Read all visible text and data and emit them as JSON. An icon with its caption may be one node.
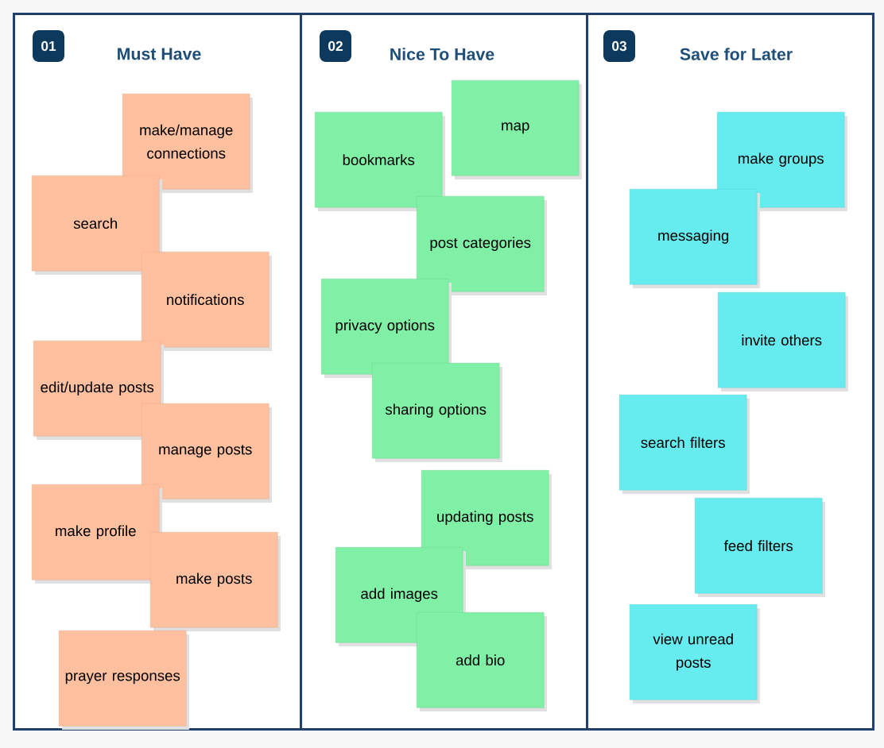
{
  "diagram": {
    "nodes": [
      {
        "text": [
          "Must Have"
        ]
      },
      {
        "text": [
          "01"
        ],
        "in": 0
      },
      {
        "text": [
          "make/manage connections"
        ],
        "in": 0
      },
      {
        "text": [
          "search"
        ],
        "in": 0
      },
      {
        "text": [
          "notifications"
        ],
        "in": 0
      },
      {
        "text": [
          "edit/update posts"
        ],
        "in": 0
      },
      {
        "text": [
          "manage posts"
        ],
        "in": 0
      },
      {
        "text": [
          "make profile"
        ],
        "in": 0
      },
      {
        "text": [
          "make posts"
        ],
        "in": 0
      },
      {
        "text": [
          "prayer responses"
        ],
        "in": 0
      },
      {
        "text": [
          "Nice To Have"
        ]
      },
      {
        "text": [
          "02"
        ],
        "in": 10
      },
      {
        "text": [
          "map"
        ],
        "in": 10
      },
      {
        "text": [
          "bookmarks"
        ],
        "in": 10
      },
      {
        "text": [
          "post categories"
        ],
        "in": 10
      },
      {
        "text": [
          "privacy options"
        ],
        "in": 10
      },
      {
        "text": [
          "sharing options"
        ],
        "in": 10
      },
      {
        "text": [
          "updating posts"
        ],
        "in": 10
      },
      {
        "text": [
          "add images"
        ],
        "in": 10
      },
      {
        "text": [
          "add bio"
        ],
        "in": 10
      },
      {
        "text": [
          "Save for Later"
        ]
      },
      {
        "text": [
          "03"
        ],
        "in": 20
      },
      {
        "text": [
          "make groups"
        ],
        "in": 20
      },
      {
        "text": [
          "messaging"
        ],
        "in": 20
      },
      {
        "text": [
          "invite others"
        ],
        "in": 20
      },
      {
        "text": [
          "search filters"
        ],
        "in": 20
      },
      {
        "text": [
          "feed filters"
        ],
        "in": 20
      },
      {
        "text": [
          "view unread posts"
        ],
        "in": 20
      }
    ]
  }
}
